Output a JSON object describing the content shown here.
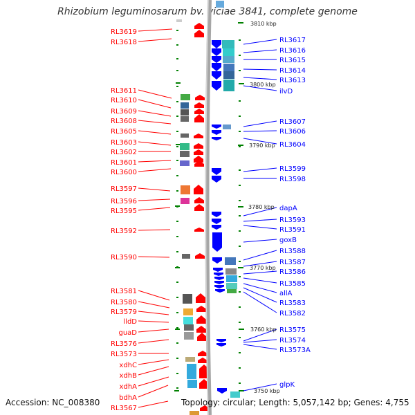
{
  "title": "Rhizobium leguminosarum bv. viciae 3841, complete genome",
  "accession": "Accession: NC_008380",
  "topology": "Topology: circular; Length: 5,057,142 bp; Genes: 4,755",
  "colors": {
    "reverse_strand": "#ff0000",
    "forward_strand": "#0000ff",
    "backbone": "#999999",
    "tick": "#008000"
  },
  "kbp_labels": [
    "3810 kbp",
    "3800 kbp",
    "3790 kbp",
    "3780 kbp",
    "3770 kbp",
    "3760 kbp",
    "3750 kbp"
  ],
  "left_genes": [
    "RL3619",
    "RL3618",
    "RL3611",
    "RL3610",
    "RL3609",
    "RL3608",
    "RL3605",
    "RL3603",
    "RL3602",
    "RL3601",
    "RL3600",
    "RL3597",
    "RL3596",
    "RL3595",
    "RL3592",
    "RL3590",
    "RL3581",
    "RL3580",
    "RL3579",
    "lldD",
    "guaD",
    "RL3576",
    "RL3573",
    "xdhC",
    "xdhB",
    "xdhA",
    "bdhA",
    "RL3567"
  ],
  "right_genes": [
    "RL3617",
    "RL3616",
    "RL3615",
    "RL3614",
    "RL3613",
    "ilvD",
    "RL3607",
    "RL3606",
    "RL3604",
    "RL3599",
    "RL3598",
    "dapA",
    "RL3593",
    "RL3591",
    "goxB",
    "RL3588",
    "RL3587",
    "RL3586",
    "RL3585",
    "allA",
    "RL3583",
    "RL3582",
    "RL3575",
    "RL3574",
    "RL3573A",
    "glpK"
  ]
}
